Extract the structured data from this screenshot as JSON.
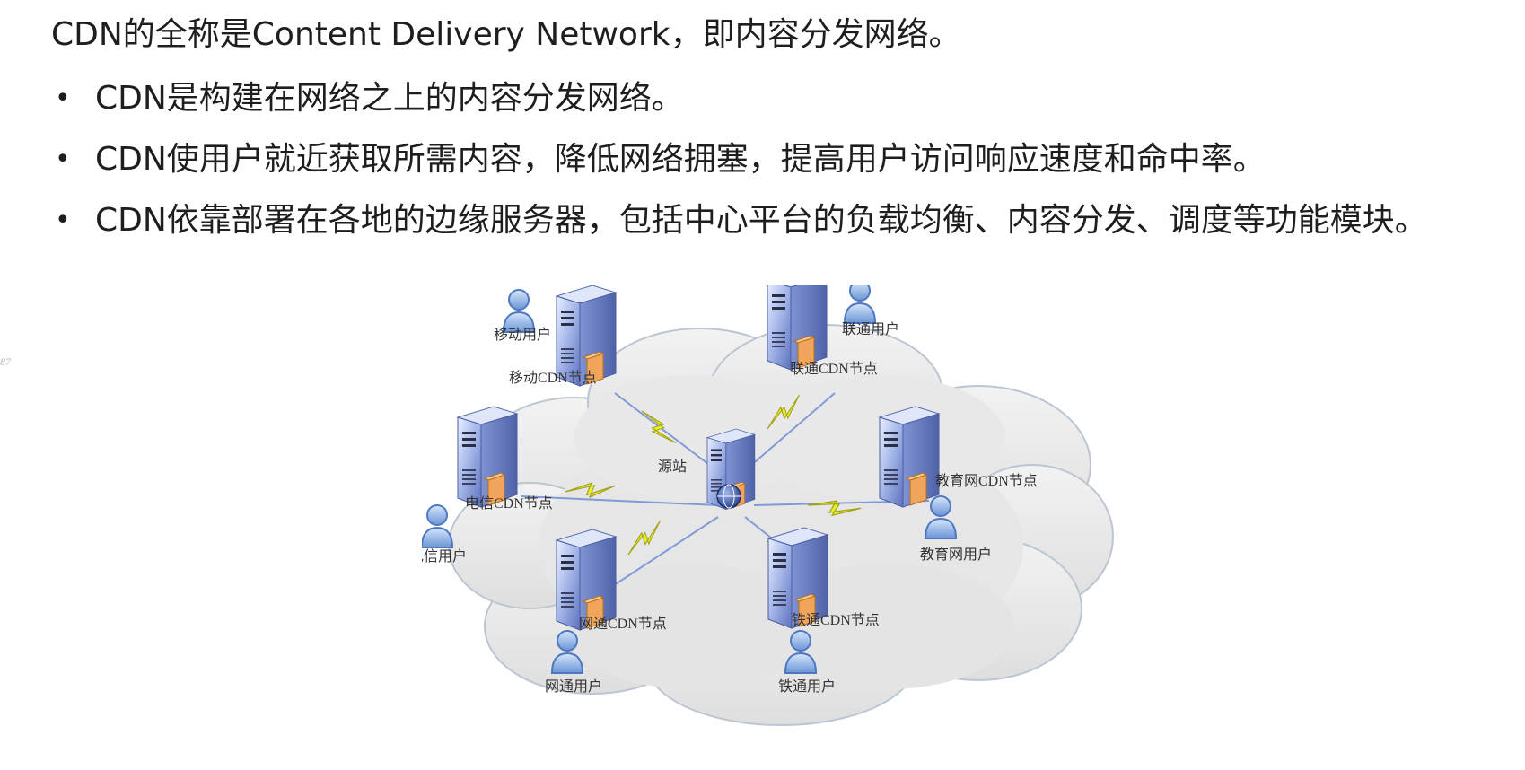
{
  "intro_line": "CDN的全称是Content Delivery Network，即内容分发网络。",
  "bullet_symbol": "•",
  "bullets": [
    "CDN是构建在网络之上的内容分发网络。",
    "CDN使用户就近获取所需内容，降低网络拥塞，提高用户访问响应速度和命中率。",
    "CDN依靠部署在各地的边缘服务器，包括中心平台的负载均衡、内容分发、调度等功能模块。"
  ],
  "page_mark": "87",
  "diagram": {
    "origin_label": "源站",
    "nodes": {
      "mobile": {
        "label": "移动CDN节点",
        "user": "移动用户"
      },
      "unicom": {
        "label": "联通CDN节点",
        "user": "联通用户"
      },
      "telecom": {
        "label": "电信CDN节点",
        "user": "电信用户"
      },
      "edu": {
        "label": "教育网CDN节点",
        "user": "教育网用户"
      },
      "netcom": {
        "label": "网通CDN节点",
        "user": "网通用户"
      },
      "rail": {
        "label": "铁通CDN节点",
        "user": "铁通用户"
      }
    }
  },
  "colors": {
    "cloud_fill": "#e6e6e6",
    "cloud_stroke": "#bcc5d2",
    "server_blue": "#7f98d6",
    "server_dark": "#4a5d9e",
    "drive_orange": "#f0a55a",
    "lightning": "#e9ef2c",
    "user_blue": "#7fa7df"
  }
}
